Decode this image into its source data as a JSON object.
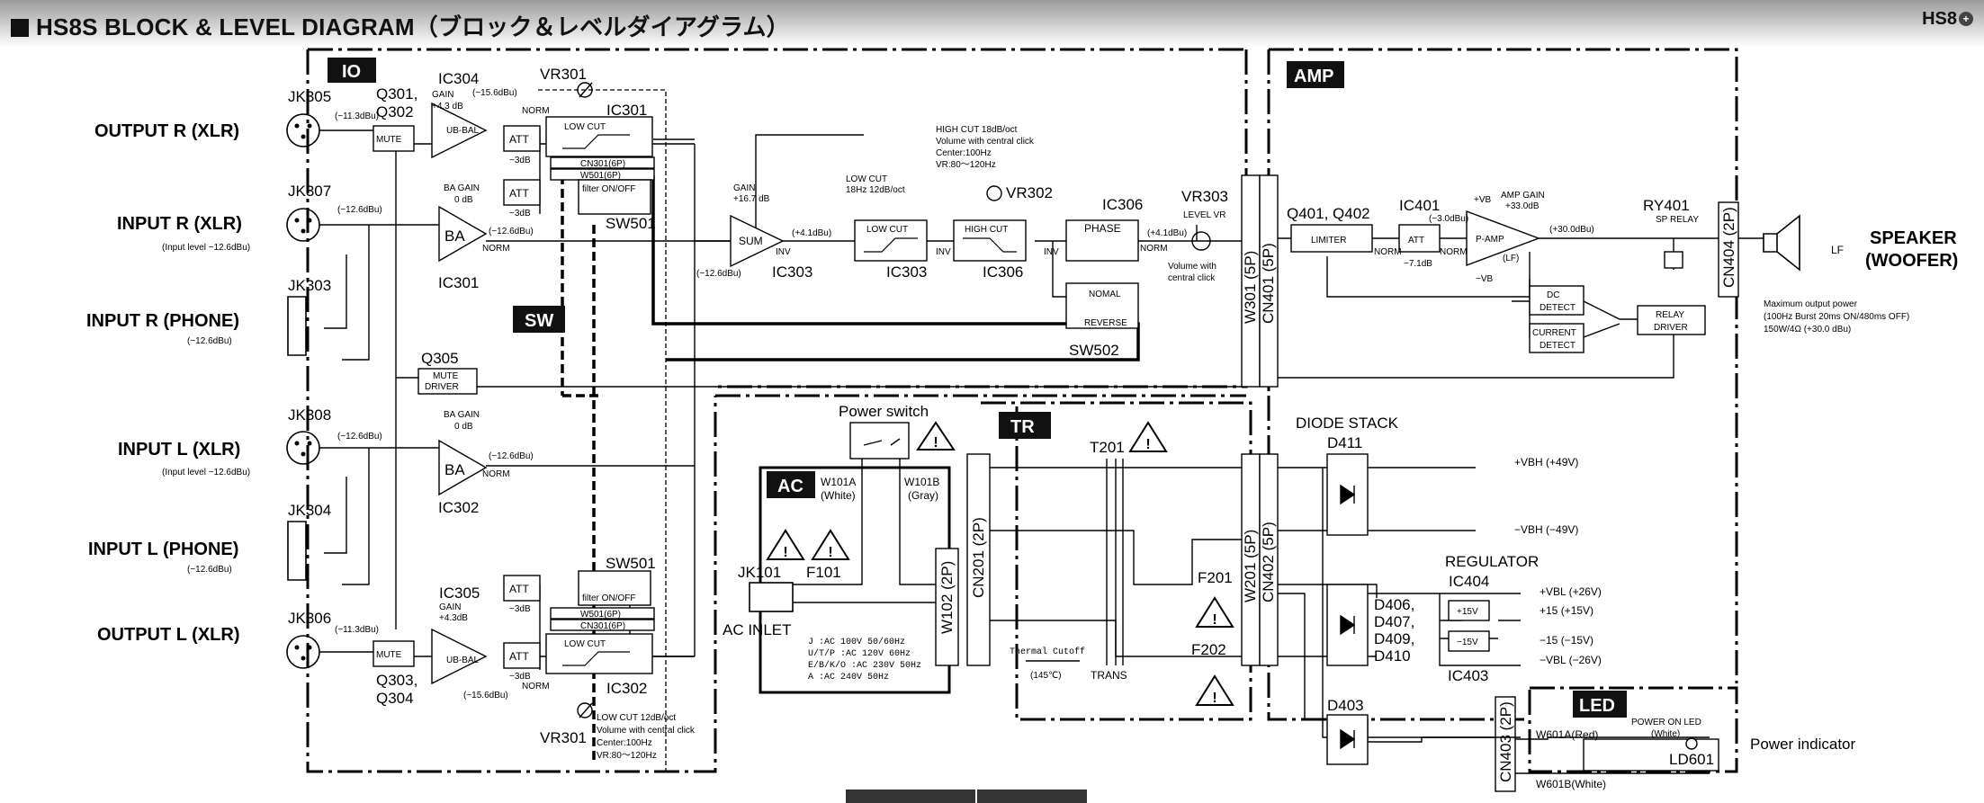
{
  "header": {
    "title": "HS8S BLOCK & LEVEL DIAGRAM（ブロック＆レベルダイアグラム）",
    "badge": "HS8"
  },
  "sections": {
    "io": "IO",
    "sw": "SW",
    "amp": "AMP",
    "ac": "AC",
    "tr": "TR",
    "led": "LED"
  },
  "ports": {
    "output_r": "OUTPUT R (XLR)",
    "input_r": "INPUT R (XLR)",
    "input_r_level": "(Input level −12.6dBu)",
    "input_r_phone": "INPUT R (PHONE)",
    "input_r_phone_level": "(−12.6dBu)",
    "input_l": "INPUT L (XLR)",
    "input_l_level": "(Input level −12.6dBu)",
    "input_l_phone": "INPUT L (PHONE)",
    "input_l_phone_level": "(−12.6dBu)",
    "output_l": "OUTPUT L (XLR)"
  },
  "io": {
    "jk305": "JK305",
    "jk307": "JK307",
    "jk303": "JK303",
    "jk308": "JK308",
    "jk304": "JK304",
    "jk306": "JK306",
    "q301": "Q301,",
    "q302": "Q302",
    "q303": "Q303,",
    "q304": "Q304",
    "q305": "Q305",
    "mute": "MUTE",
    "mute_driver_1": "MUTE",
    "mute_driver_2": "DRIVER",
    "ic304": "IC304",
    "ic304_gain": "GAIN",
    "ic304_gain_val": "+4.3 dB",
    "ic304_level": "(−15.6dBu)",
    "ic305": "IC305",
    "ic305_gain": "GAIN",
    "ic305_gain_val": "+4.3dB",
    "ic305_level": "(−15.6dBu)",
    "ub_bal": "UB-BAL",
    "ba": "BA",
    "ba_gain": "BA GAIN",
    "ba_gain_val": "0 dB",
    "norm": "NORM",
    "ic301": "IC301",
    "ic302": "IC302",
    "lvl_out_r": "(−11.3dBu)",
    "lvl_out_l": "(−11.3dBu)",
    "lvl_in_r": "(−12.6dBu)",
    "lvl_ba_r": "(−12.6dBu)",
    "lvl_in_l": "(−12.6dBu)",
    "lvl_ba_l": "(−12.6dBu)",
    "att": "ATT",
    "att_val": "−3dB",
    "vr301": "VR301",
    "ic301_b": "IC301",
    "ic302_b": "IC302",
    "low_cut": "LOW CUT",
    "cn301": "CN301(6P)",
    "w501": "W501(6P)",
    "cn301_l": "CN301(6P)",
    "w501_l": "W501(6P)",
    "filter_onoff": "filter ON/OFF",
    "sw501": "SW501",
    "norm_label": "NORM",
    "vr301_note_1": "LOW CUT 12dB/oct",
    "vr301_note_2": "Volume with central click",
    "vr301_note_3": "Center:100Hz",
    "vr301_note_4": "VR:80～120Hz"
  },
  "signal": {
    "sum": "SUM",
    "sum_gain": "GAIN",
    "sum_gain_val": "+16.7 dB",
    "sum_level": "(−12.6dBu)",
    "sum_out": "(+4.1dBu)",
    "inv": "INV",
    "ic303": "IC303",
    "ic303_b": "IC303",
    "lowcut_note_1": "LOW CUT",
    "lowcut_note_2": "18Hz  12dB/oct",
    "lowcut_box": "LOW CUT",
    "highcut_note_1": "HIGH CUT 18dB/oct",
    "highcut_note_2": "Volume with central click",
    "highcut_note_3": "Center:100Hz",
    "highcut_note_4": "VR:80～120Hz",
    "highcut_box": "HIGH CUT",
    "vr302": "VR302",
    "ic306": "IC306",
    "ic306_b": "IC306",
    "phase": "PHASE",
    "phase_out": "(+4.1dBu)",
    "vr303": "VR303",
    "level_vr": "LEVEL VR",
    "vol_click_1": "Volume with",
    "vol_click_2": "central click",
    "nomal": "NOMAL",
    "reverse": "REVERSE",
    "sw502": "SW502"
  },
  "amp": {
    "w301": "W301 (5P)",
    "cn401": "CN401 (5P)",
    "q401": "Q401, Q402",
    "limiter": "LIMITER",
    "ic401": "IC401",
    "ic401_lvl": "(−3.0dBu)",
    "att": "ATT",
    "att_val": "−7.1dB",
    "amp_gain": "AMP GAIN",
    "amp_gain_val": "+33.0dB",
    "p_amp": "P-AMP",
    "lf": "(LF)",
    "amp_out": "(+30.0dBu)",
    "ry401": "RY401",
    "sp_relay": "SP RELAY",
    "cn404": "CN404 (2P)",
    "dc_detect_1": "DC",
    "dc_detect_2": "DETECT",
    "cur_detect_1": "CURRENT",
    "cur_detect_2": "DETECT",
    "relay_driver_1": "RELAY",
    "relay_driver_2": "DRIVER",
    "speaker_1": "SPEAKER",
    "speaker_2": "(WOOFER)",
    "lf_label": "LF",
    "max_out_1": "Maximum output power",
    "max_out_2": "(100Hz Burst 20ms ON/480ms OFF)",
    "max_out_3": "150W/4Ω (+30.0 dBu)",
    "vbh": "+VB",
    "vbl": "−VB",
    "norm": "NORM"
  },
  "power": {
    "power_switch": "Power switch",
    "w101a_1": "W101A",
    "w101a_2": "(White)",
    "w101b_1": "W101B",
    "w101b_2": "(Gray)",
    "jk101": "JK101",
    "f101": "F101",
    "ac_inlet": "AC INLET",
    "w102": "W102 (2P)",
    "cn201": "CN201 (2P)",
    "ac_spec": [
      "J    :AC 100V 50/60Hz",
      "U/T/P :AC 120V 60Hz",
      "E/B/K/O :AC 230V 50Hz",
      "A   :AC 240V 50Hz"
    ],
    "t201": "T201",
    "trans": "TRANS",
    "thermal_1": "Thermal Cutoff",
    "thermal_2": "(145℃)",
    "f201": "F201",
    "f202": "F202",
    "w201": "W201 (5P)",
    "cn402": "CN402 (5P)",
    "diode_stack": "DIODE STACK",
    "d411": "D411",
    "vbh_out": "+VBH (+49V)",
    "vbh_neg": "−VBH (−49V)",
    "regulator": "REGULATOR",
    "ic404": "IC404",
    "ic403": "IC403",
    "plus15": "+15V",
    "minus15": "−15V",
    "vbl_pos": "+VBL (+26V)",
    "p15": "+15 (+15V)",
    "m15": "−15 (−15V)",
    "vbl_neg": "−VBL (−26V)",
    "d406": "D406,",
    "d407": "D407,",
    "d409": "D409,",
    "d410": "D410",
    "d403": "D403",
    "cn403": "CN403 (2P)",
    "w601a": "W601A(Red)",
    "w601b": "W601B(White)",
    "power_on_led_1": "POWER ON LED",
    "power_on_led_2": "(White)",
    "ld601": "LD601",
    "power_indicator": "Power indicator"
  }
}
